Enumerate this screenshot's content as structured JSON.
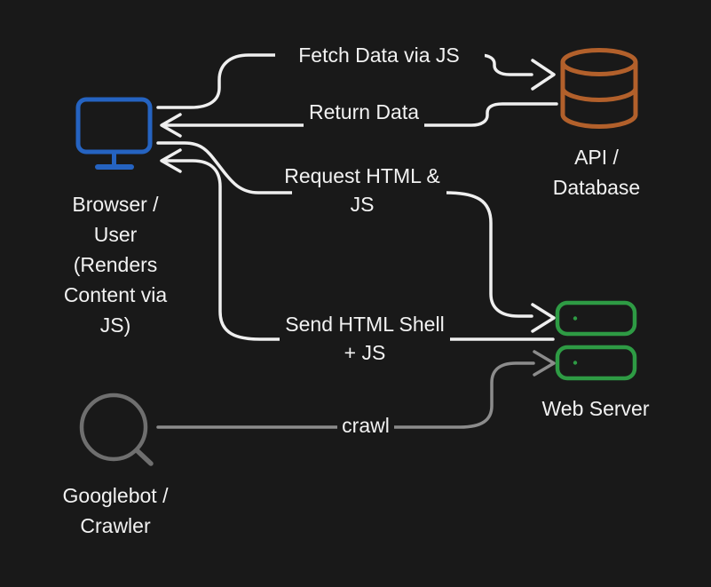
{
  "page": {
    "type": "flow-diagram",
    "background": "#191919",
    "description": "Client-side rendering architecture diagram"
  },
  "colors": {
    "edge_line": "#efefef",
    "crawl_line": "#8c8c8c",
    "label_text": "#f2f2f2",
    "browser_blue": "#2563c1",
    "database_orange": "#b2602b",
    "server_green": "#2e9b44",
    "crawler_gray": "#6f6f6f"
  },
  "nodes": {
    "browser": {
      "name": "Browser / User (Renders Content via JS)",
      "icon": "monitor-icon",
      "lines": [
        "Browser /",
        "User",
        "(Renders",
        "Content via",
        "JS)"
      ]
    },
    "api_database": {
      "name": "API / Database",
      "icon": "database-icon",
      "lines": [
        "API /",
        "Database"
      ]
    },
    "web_server": {
      "name": "Web Server",
      "icon": "server-icon",
      "lines": [
        "Web Server"
      ]
    },
    "googlebot": {
      "name": "Googlebot / Crawler",
      "icon": "magnifier-icon",
      "lines": [
        "Googlebot /",
        "Crawler"
      ]
    }
  },
  "edges": {
    "fetch": {
      "from": "browser",
      "to": "api_database",
      "lines": [
        "Fetch Data via JS"
      ]
    },
    "return": {
      "from": "api_database",
      "to": "browser",
      "lines": [
        "Return Data"
      ]
    },
    "request": {
      "from": "browser",
      "to": "web_server",
      "lines": [
        "Request HTML &",
        "JS"
      ]
    },
    "send": {
      "from": "web_server",
      "to": "browser",
      "lines": [
        "Send HTML Shell",
        "+ JS"
      ]
    },
    "crawl": {
      "from": "googlebot",
      "to": "web_server",
      "lines": [
        "crawl"
      ]
    }
  }
}
